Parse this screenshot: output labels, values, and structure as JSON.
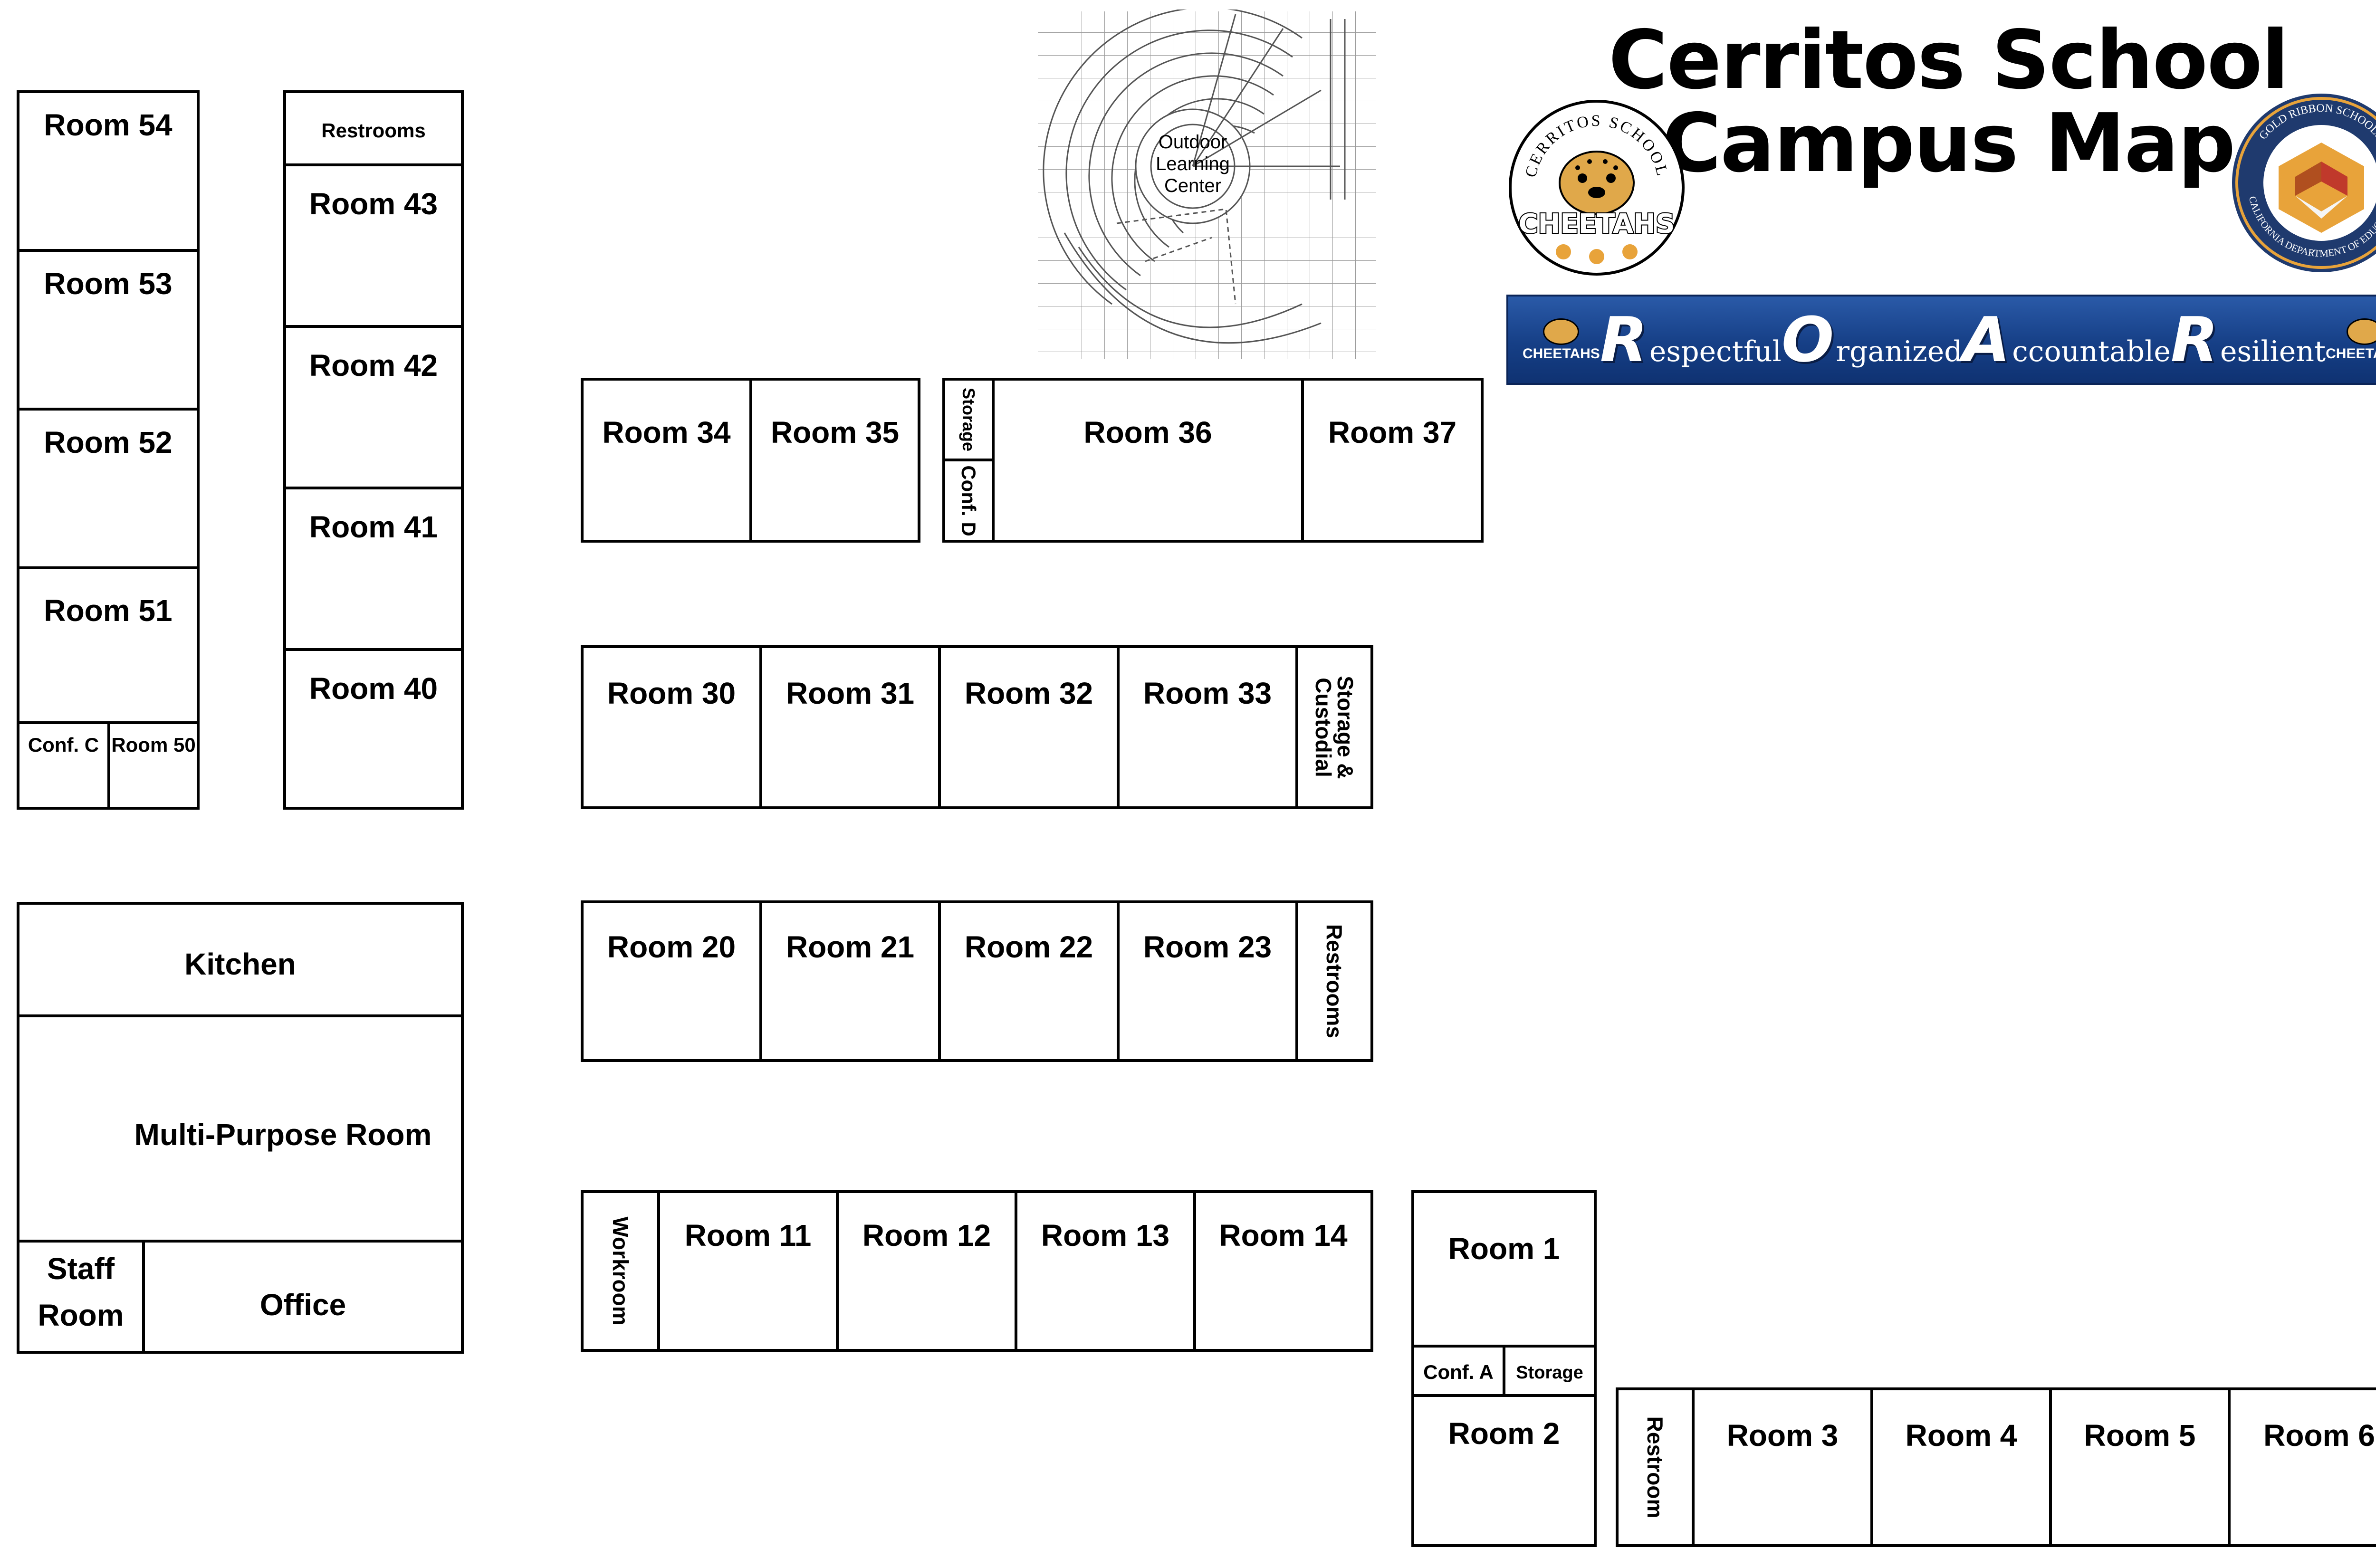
{
  "title": {
    "line1": "Cerritos School",
    "line2": "Campus Map"
  },
  "logos": {
    "school_seal_top": "CERRITOS SCHOOL",
    "school_seal_main": "CHEETAHS",
    "gold_ribbon_top": "GOLD RIBBON SCHOOLS",
    "gold_ribbon_bottom": "CALIFORNIA DEPARTMENT OF EDUCATION"
  },
  "roar_banner": {
    "badge_left": "CHEETAHS",
    "badge_right": "CHEETAHS",
    "words": [
      {
        "cap": "R",
        "rest": "espectful"
      },
      {
        "cap": "O",
        "rest": "rganized"
      },
      {
        "cap": "A",
        "rest": "ccountable"
      },
      {
        "cap": "R",
        "rest": "esilient"
      }
    ]
  },
  "outdoor_center": {
    "label_1": "Outdoor",
    "label_2": "Learning",
    "label_3": "Center"
  },
  "rooms": {
    "r54": "Room 54",
    "r53": "Room 53",
    "r52": "Room 52",
    "r51": "Room 51",
    "confc": "Conf. C",
    "r50": "Room 50",
    "restrooms_top": "Restrooms",
    "r43": "Room 43",
    "r42": "Room 42",
    "r41": "Room 41",
    "r40": "Room 40",
    "kitchen": "Kitchen",
    "mpr": "Multi-Purpose Room",
    "staff_1": "Staff",
    "staff_2": "Room",
    "office": "Office",
    "r34": "Room 34",
    "r35": "Room 35",
    "storage_36": "Storage",
    "confd": "Conf. D",
    "r36": "Room 36",
    "r37": "Room 37",
    "r30": "Room 30",
    "r31": "Room 31",
    "r32": "Room 32",
    "r33": "Room 33",
    "storage_cust_1": "Storage &",
    "storage_cust_2": "Custodial",
    "r20": "Room 20",
    "r21": "Room 21",
    "r22": "Room 22",
    "r23": "Room 23",
    "restrooms_20": "Restrooms",
    "workroom": "Workroom",
    "r11": "Room 11",
    "r12": "Room 12",
    "r13": "Room 13",
    "r14": "Room 14",
    "r1": "Room 1",
    "confa": "Conf. A",
    "storage_1": "Storage",
    "r2": "Room 2",
    "restroom_3": "Restroom",
    "r3": "Room 3",
    "r4": "Room 4",
    "r5": "Room 5",
    "r6": "Room 6"
  },
  "colors": {
    "banner_blue": "#1a4a98",
    "gold": "#e8a33a",
    "red": "#c0392b",
    "navy": "#1f3a6e"
  }
}
